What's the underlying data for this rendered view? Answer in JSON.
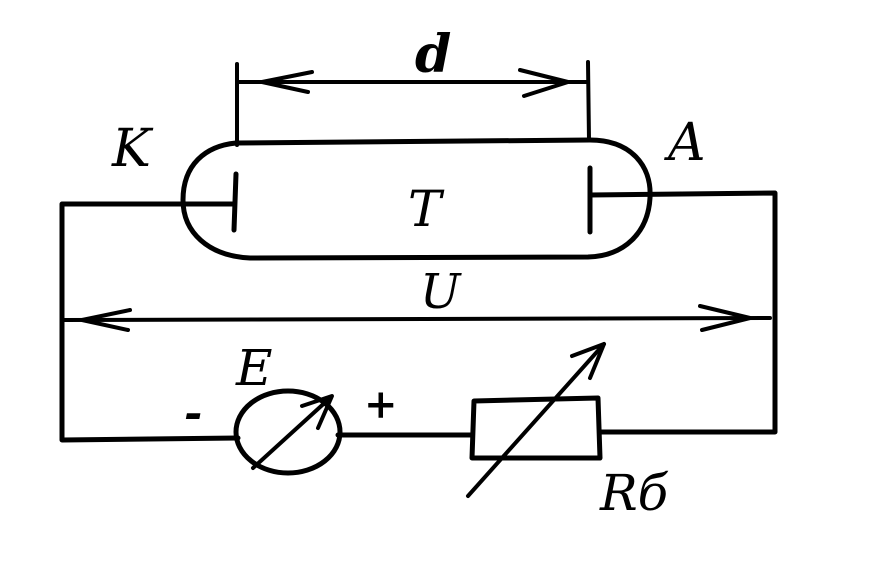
{
  "labels": {
    "distance": "d",
    "cathode": "K",
    "anode": "A",
    "tube": "T",
    "voltage": "U",
    "source": "E",
    "minus": "-",
    "plus": "+",
    "resistor": "Rб"
  },
  "colors": {
    "ink": "#000000",
    "background": "#ffffff"
  }
}
